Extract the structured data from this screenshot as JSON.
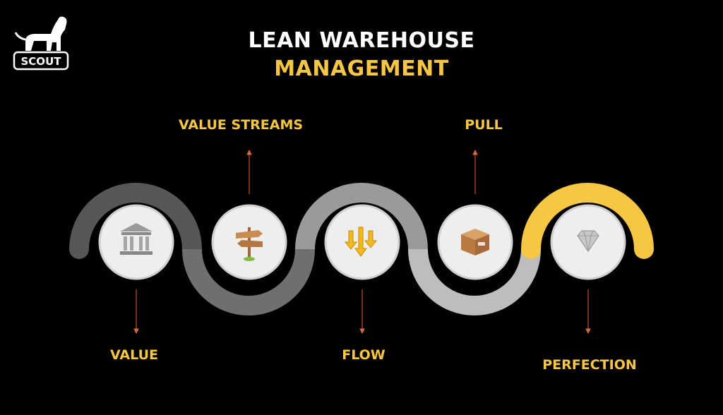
{
  "logo_text": "SCOUT",
  "title_line1": "LEAN WAREHOUSE",
  "title_line2": "MANAGEMENT",
  "steps": [
    {
      "label": "VALUE",
      "icon": "bank-icon",
      "position": "below"
    },
    {
      "label": "VALUE STREAMS",
      "icon": "signpost-icon",
      "position": "above"
    },
    {
      "label": "FLOW",
      "icon": "arrows-down-icon",
      "position": "below"
    },
    {
      "label": "PULL",
      "icon": "box-icon",
      "position": "above"
    },
    {
      "label": "PERFECTION",
      "icon": "diamond-icon",
      "position": "below"
    }
  ],
  "colors": {
    "background": "#000000",
    "accent": "#f7c744",
    "title": "#ffffff",
    "segments": [
      "#565656",
      "#6f6f6f",
      "#9a9a9a",
      "#bdbdbd",
      "#d6d6d6",
      "#f7c744"
    ]
  }
}
